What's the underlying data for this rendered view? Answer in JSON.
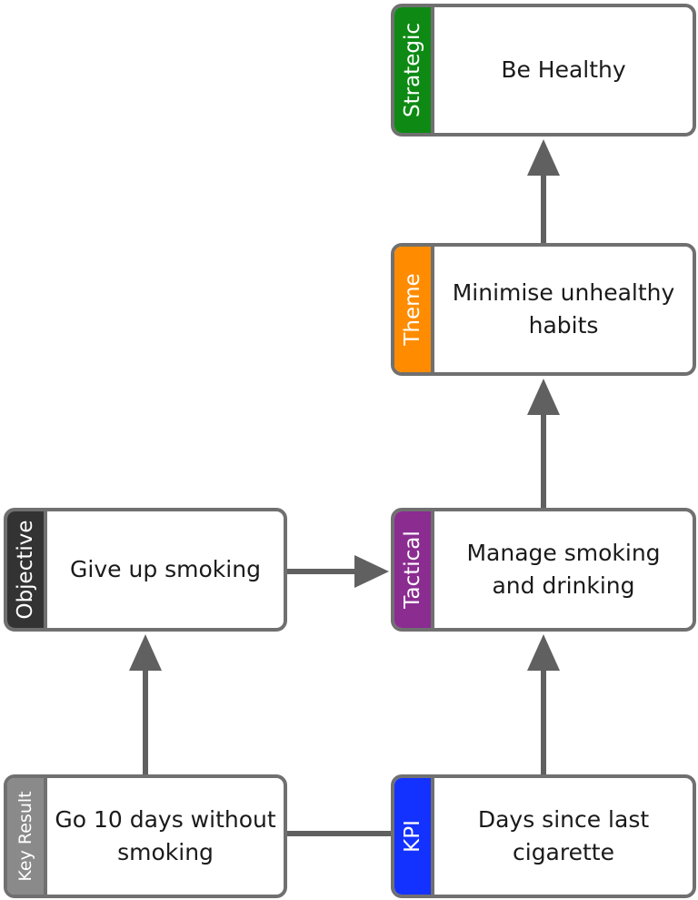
{
  "colors": {
    "border": "#707070",
    "arrow": "#606060",
    "strategic": "#0e8a14",
    "theme": "#ff8c00",
    "tactical": "#8b2c91",
    "objective": "#333333",
    "key_result": "#8a8a8a",
    "kpi": "#1432ff"
  },
  "nodes": {
    "strategic": {
      "tag": "Strategic",
      "text": "Be Healthy"
    },
    "theme": {
      "tag": "Theme",
      "text": "Minimise unhealthy habits"
    },
    "tactical": {
      "tag": "Tactical",
      "text": "Manage smoking and drinking"
    },
    "objective": {
      "tag": "Objective",
      "text": "Give up smoking"
    },
    "key_result": {
      "tag": "Key Result",
      "text": "Go 10 days without smoking"
    },
    "kpi": {
      "tag": "KPI",
      "text": "Days since last cigarette"
    }
  },
  "edges": [
    {
      "from": "theme",
      "to": "strategic",
      "arrow": true
    },
    {
      "from": "tactical",
      "to": "theme",
      "arrow": true
    },
    {
      "from": "objective",
      "to": "tactical",
      "arrow": true
    },
    {
      "from": "key_result",
      "to": "objective",
      "arrow": true
    },
    {
      "from": "kpi",
      "to": "tactical",
      "arrow": true
    },
    {
      "from": "key_result",
      "to": "kpi",
      "arrow": false
    }
  ]
}
